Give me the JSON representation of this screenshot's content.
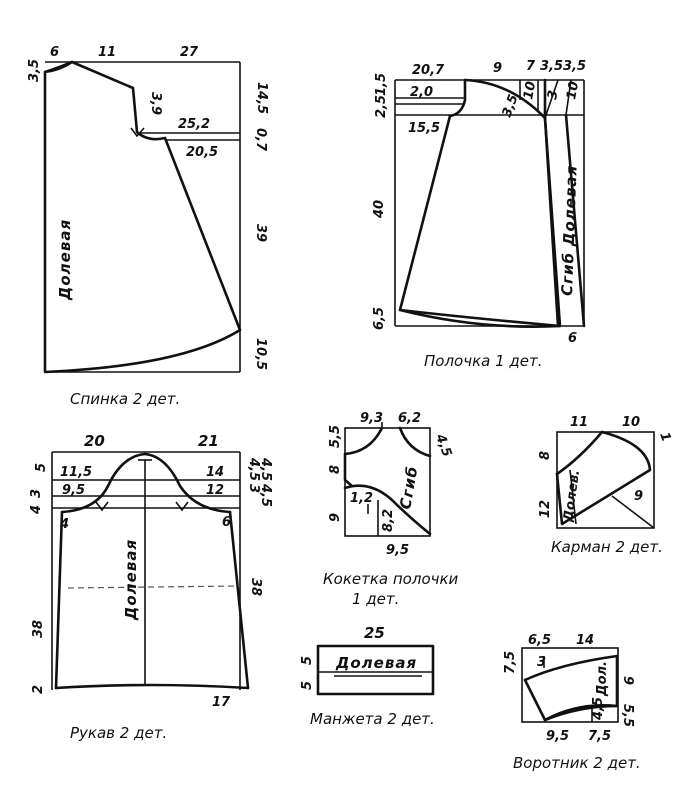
{
  "pieces": {
    "back": {
      "caption": "Спинка 2 дет.",
      "grain": "Долевая",
      "dims": {
        "top_left": "6",
        "top_mid": "11",
        "top_right": "27",
        "left_neck": "3,5",
        "neck_drop": "3,9",
        "right_upper": "14,5",
        "right_small": "0,7",
        "armhole_width": "25,2",
        "chest_width": "20,5",
        "right_long": "39",
        "right_bottom": "10,5"
      }
    },
    "front": {
      "caption": "Полочка 1 дет.",
      "grain": "Сгиб Долевая",
      "dims": {
        "top_left": "20,7",
        "top_mid": "9",
        "top_a": "7",
        "top_b": "3,5",
        "top_c": "3,5",
        "left_a": "1,5",
        "left_b": "2,5",
        "width_upper": "2,0",
        "width_lower": "15,5",
        "small_a": "3,5",
        "small_b": "10",
        "small_c": "3",
        "small_d": "10",
        "left_long": "40",
        "left_bottom": "6,5",
        "bottom_right": "6"
      }
    },
    "sleeve": {
      "caption": "Рукав 2 дет.",
      "grain": "Долевая",
      "dims": {
        "top_left": "20",
        "top_right": "21",
        "left_5": "5",
        "left_3": "3",
        "left_4": "4",
        "row1_left": "11,5",
        "row2_left": "9,5",
        "row1_right": "14",
        "row2_right": "12",
        "right_45a": "4,5",
        "right_45b": "4,5",
        "right_3": "3",
        "right_45c": "4,5",
        "inner_left": "4",
        "inner_right": "6",
        "left_long": "38",
        "right_long": "38",
        "bottom_left": "2",
        "bottom_right": "17"
      }
    },
    "yoke": {
      "caption_line1": "Кокетка полочки",
      "caption_line2": "1 дет.",
      "fold": "Сгиб",
      "dims": {
        "top_left": "9,3",
        "top_right": "6,2",
        "left_55": "5,5",
        "right_45": "4,5",
        "left_8": "8",
        "left_9": "9",
        "inner_12": "1,2",
        "inner_82": "8,2",
        "bottom": "9,5"
      }
    },
    "pocket": {
      "caption": "Карман 2 дет.",
      "grain": "Долев.",
      "dims": {
        "top_left": "11",
        "top_right": "10",
        "right_1": "1",
        "left_8": "8",
        "left_12": "12",
        "diag_9": "9"
      }
    },
    "cuff": {
      "caption": "Манжета 2 дет.",
      "grain": "Долевая",
      "dims": {
        "top": "25",
        "left_a": "5",
        "left_b": "5"
      }
    },
    "collar": {
      "caption": "Воротник 2 дет.",
      "grain": "Дол.",
      "dims": {
        "top_left": "6,5",
        "top_right": "14",
        "left": "7,5",
        "small": "3",
        "right_9": "9",
        "right_55": "5,5",
        "inner_45": "4,5",
        "bottom_left": "9,5",
        "bottom_right": "7,5"
      }
    }
  }
}
